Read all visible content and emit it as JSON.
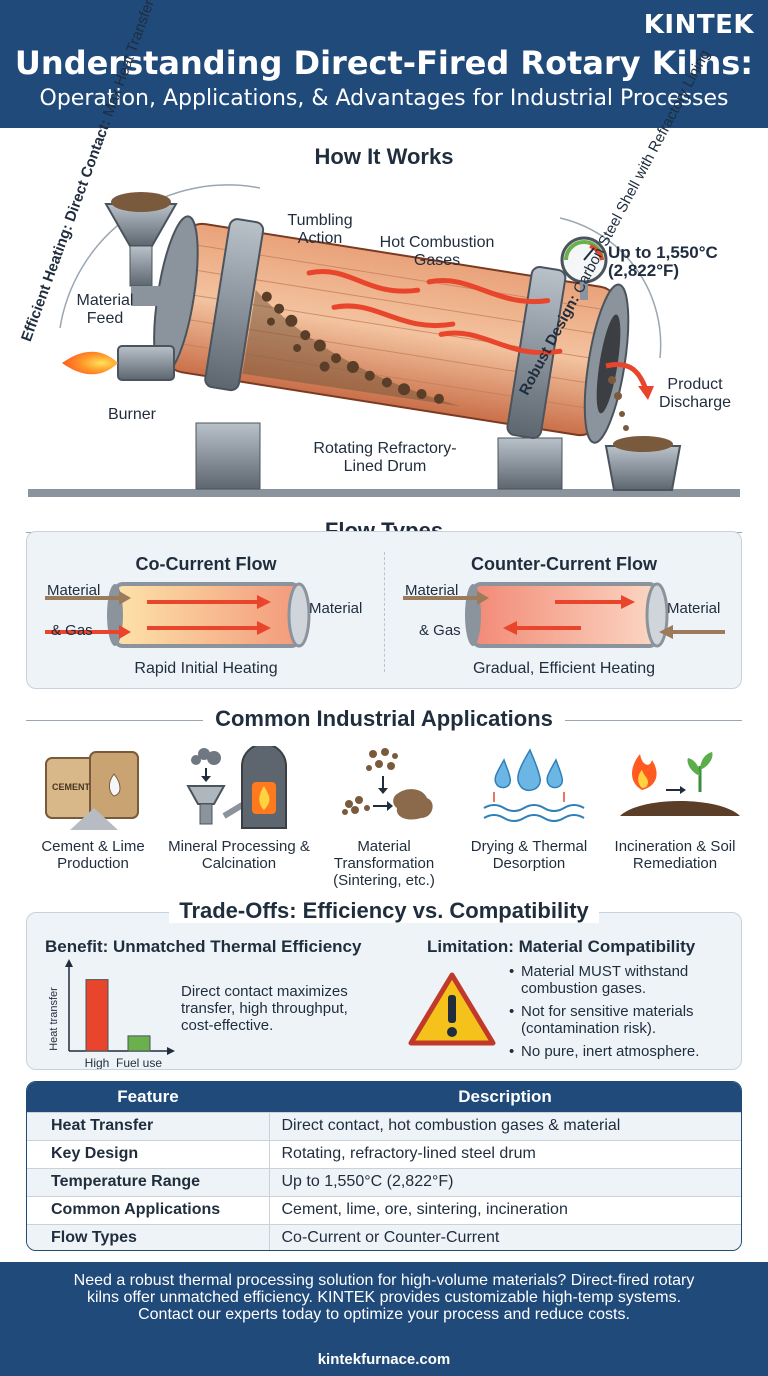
{
  "brand": "KINTEK",
  "title_line1": "Understanding Direct-Fired Rotary Kilns:",
  "title_line2": "Operation, Applications, & Advantages for Industrial Processes",
  "how_it_works": {
    "title": "How It Works",
    "arc_left": "Efficient Heating: Direct Contact: Max Heat Transfer",
    "arc_left_bold": "Efficient Heating: Direct Contact:",
    "arc_left_rest": "Max Heat Transfer",
    "arc_right_bold": "Robust Design:",
    "arc_right_rest": "Carbon Steel Shell with Refractory Lining",
    "labels": {
      "material_feed": "Material Feed",
      "burner": "Burner",
      "tumbling": "Tumbling Action",
      "hot_gases": "Hot Combustion Gases",
      "temperature": "Up to 1,550°C (2,822°F)",
      "product": "Product Discharge",
      "drum": "Rotating Refractory-Lined Drum"
    }
  },
  "flow_types": {
    "title": "Flow Types",
    "co": {
      "title": "Co-Current Flow",
      "in_label_1": "Material",
      "in_label_2": "& Gas",
      "out_label": "Material",
      "caption": "Rapid Initial Heating"
    },
    "counter": {
      "title": "Counter-Current Flow",
      "in_label_1": "Material",
      "in_label_2": "& Gas",
      "out_label": "Material",
      "caption": "Gradual, Efficient Heating"
    }
  },
  "applications": {
    "title": "Common Industrial Applications",
    "items": [
      {
        "label": "Cement & Lime Production",
        "icon": "cement-bags-icon",
        "bag_text": "CEMENT"
      },
      {
        "label": "Mineral Processing & Calcination",
        "icon": "crusher-furnace-icon"
      },
      {
        "label": "Material Transformation (Sintering, etc.)",
        "icon": "sintering-particles-icon"
      },
      {
        "label": "Drying & Thermal Desorption",
        "icon": "water-drops-icon"
      },
      {
        "label": "Incineration & Soil Remediation",
        "icon": "fire-plant-icon"
      }
    ]
  },
  "tradeoffs": {
    "title": "Trade-Offs: Efficiency vs. Compatibility",
    "benefit_title": "Benefit: Unmatched Thermal Efficiency",
    "benefit_desc": "Direct contact maximizes transfer, high throughput, cost-effective.",
    "chart_data": {
      "type": "bar",
      "categories": [
        "High",
        "Fuel use"
      ],
      "values": [
        0.85,
        0.18
      ],
      "ylabel": "Heat transfer",
      "colors": [
        "#e8452c",
        "#6ab04c"
      ]
    },
    "limit_title": "Limitation: Material Compatibility",
    "limit_items": [
      "Material MUST withstand combustion gases.",
      "Not for sensitive materials (contamination risk).",
      "No pure, inert atmosphere."
    ]
  },
  "table": {
    "headers": [
      "Feature",
      "Description"
    ],
    "rows": [
      [
        "Heat Transfer",
        "Direct contact, hot combustion gases & material"
      ],
      [
        "Key Design",
        "Rotating, refractory-lined steel drum"
      ],
      [
        "Temperature Range",
        "Up to 1,550°C (2,822°F)"
      ],
      [
        "Common Applications",
        "Cement, lime, ore, sintering, incineration"
      ],
      [
        "Flow Types",
        "Co-Current or Counter-Current"
      ]
    ]
  },
  "footer": {
    "text": "Need a robust thermal processing solution for high-volume materials? Direct-fired rotary kilns offer unmatched efficiency. KINTEK provides customizable high-temp systems. Contact our experts today to optimize your process and reduce costs.",
    "link": "kintekfurnace.com"
  },
  "colors": {
    "navy": "#1f4a7a",
    "flame": "#e8452c",
    "panel": "#eef3f7"
  }
}
